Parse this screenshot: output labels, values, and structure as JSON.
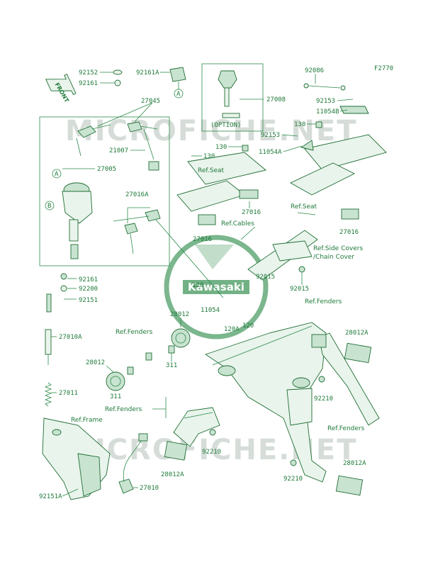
{
  "diagram_code": "F2770",
  "front_label": "FRONT",
  "watermark_text": "MICROFICHE.NET",
  "logo_text": "Kawasaki",
  "option_label": "(OPTION)",
  "colors": {
    "ink": "#1f7a3a",
    "line": "#2a8a48",
    "fill": "#e9f4ec",
    "watermark": "#d6ddd8"
  },
  "labels": {
    "p92152": "92152",
    "p92161a": "92161",
    "p92161A": "92161A",
    "p27045": "27045",
    "p27008": "27008",
    "p92086": "92086",
    "p92153a": "92153",
    "p11054B": "11054B",
    "p130a": "130",
    "p92153b": "92153",
    "p130b": "130",
    "p11054A": "11054A",
    "p130c": "130",
    "p21007": "21007",
    "p27005": "27005",
    "p27016A": "27016A",
    "p27016a": "27016",
    "p27016b": "27016",
    "p27016c": "27016",
    "p92161b": "92161",
    "p92200": "92200",
    "p92151": "92151",
    "p120a": "120",
    "p11054": "11054",
    "p92015a": "92015",
    "p92015b": "92015",
    "p28012a": "28012",
    "p120A": "120A",
    "p120b": "120",
    "p27010A": "27010A",
    "p28012b": "28012",
    "p311a": "311",
    "p311b": "311",
    "p28012A_a": "28012A",
    "p92210a": "92210",
    "p27011": "27011",
    "p92210b": "92210",
    "p28012A_b": "28012A",
    "p92210c": "92210",
    "p28012A_c": "28012A",
    "p27010": "27010",
    "p92151A": "92151A"
  },
  "refs": {
    "seat_a": "Ref.Seat",
    "seat_b": "Ref.Seat",
    "cables": "Ref.Cables",
    "side_covers_1": "Ref.Side Covers",
    "side_covers_2": "/Chain Cover",
    "fenders_a": "Ref.Fenders",
    "fenders_b": "Ref.Fenders",
    "fenders_c": "Ref.Fenders",
    "fenders_d": "Ref.Fenders",
    "frame": "Ref.Frame"
  },
  "callouts": {
    "a": "A",
    "b": "B"
  }
}
